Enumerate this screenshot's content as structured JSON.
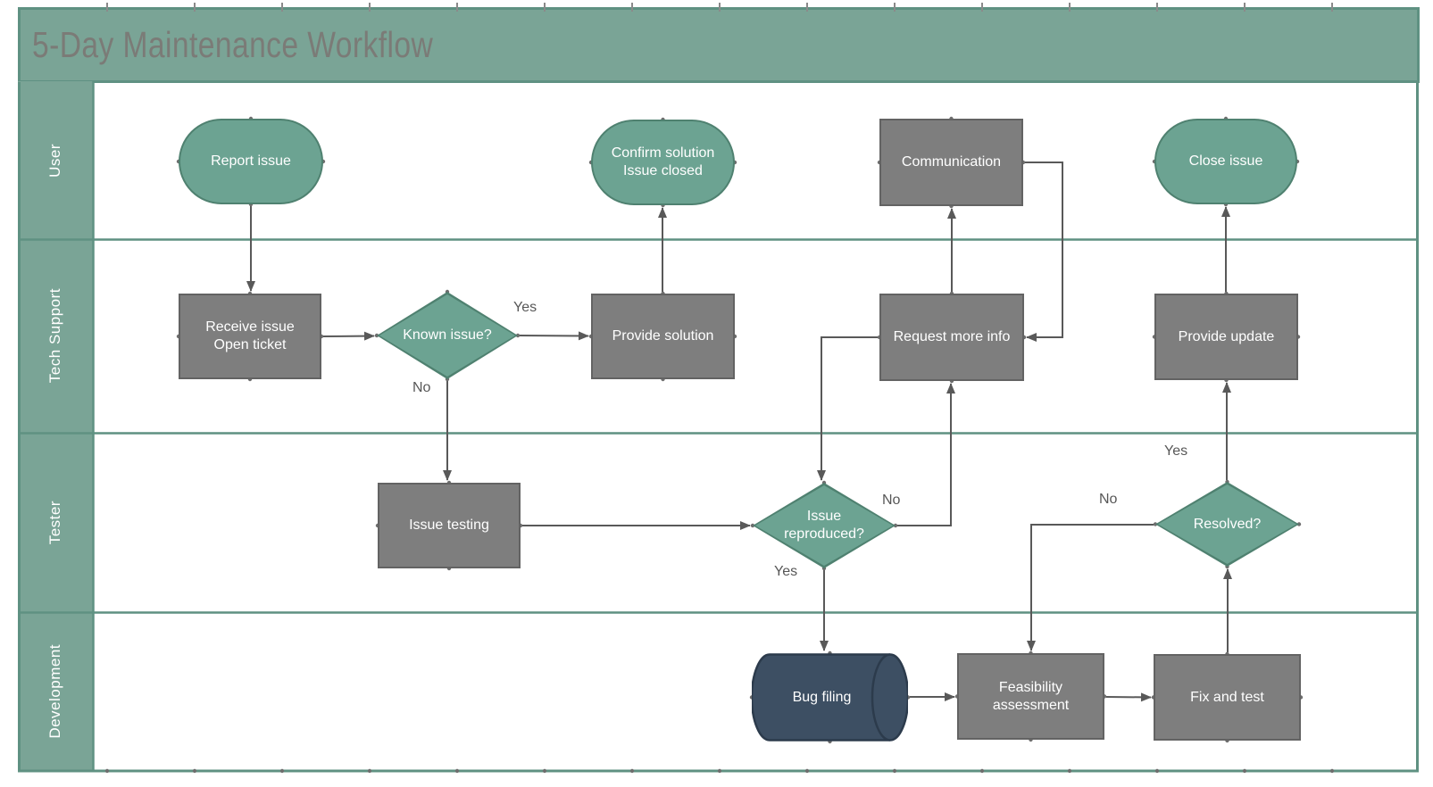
{
  "title": "5-Day Maintenance Workflow",
  "lanes": {
    "user": "User",
    "tech_support": "Tech Support",
    "tester": "Tester",
    "development": "Development"
  },
  "shapes": {
    "report_issue": {
      "label": "Report issue",
      "type": "terminator"
    },
    "confirm_solution": {
      "label": "Confirm solution\nIssue closed",
      "type": "terminator"
    },
    "communication": {
      "label": "Communication",
      "type": "process"
    },
    "close_issue": {
      "label": "Close issue",
      "type": "terminator"
    },
    "receive_issue": {
      "label": "Receive issue\nOpen ticket",
      "type": "process"
    },
    "known_issue": {
      "label": "Known issue?",
      "type": "decision"
    },
    "provide_solution": {
      "label": "Provide solution",
      "type": "process"
    },
    "request_more_info": {
      "label": "Request more info",
      "type": "process"
    },
    "provide_update": {
      "label": "Provide update",
      "type": "process"
    },
    "issue_testing": {
      "label": "Issue testing",
      "type": "process"
    },
    "issue_reproduced": {
      "label": "Issue\nreproduced?",
      "type": "decision"
    },
    "resolved": {
      "label": "Resolved?",
      "type": "decision"
    },
    "bug_filing": {
      "label": "Bug filing",
      "type": "stored-data"
    },
    "feasibility_assessment": {
      "label": "Feasibility\nassessment",
      "type": "process"
    },
    "fix_and_test": {
      "label": "Fix and test",
      "type": "process"
    }
  },
  "edge_labels": {
    "known_issue_yes": "Yes",
    "known_issue_no": "No",
    "issue_reproduced_no": "No",
    "issue_reproduced_yes": "Yes",
    "resolved_yes": "Yes",
    "resolved_no": "No"
  },
  "edges": [
    {
      "from": "report_issue",
      "to": "receive_issue",
      "label": ""
    },
    {
      "from": "receive_issue",
      "to": "known_issue",
      "label": ""
    },
    {
      "from": "known_issue",
      "to": "provide_solution",
      "label": "Yes"
    },
    {
      "from": "provide_solution",
      "to": "confirm_solution",
      "label": ""
    },
    {
      "from": "known_issue",
      "to": "issue_testing",
      "label": "No"
    },
    {
      "from": "issue_testing",
      "to": "issue_reproduced",
      "label": ""
    },
    {
      "from": "issue_reproduced",
      "to": "request_more_info",
      "label": "No"
    },
    {
      "from": "request_more_info",
      "to": "issue_reproduced",
      "label": ""
    },
    {
      "from": "request_more_info",
      "to": "communication",
      "label": ""
    },
    {
      "from": "communication",
      "to": "request_more_info",
      "label": ""
    },
    {
      "from": "issue_reproduced",
      "to": "bug_filing",
      "label": "Yes"
    },
    {
      "from": "bug_filing",
      "to": "feasibility_assessment",
      "label": ""
    },
    {
      "from": "feasibility_assessment",
      "to": "fix_and_test",
      "label": ""
    },
    {
      "from": "fix_and_test",
      "to": "resolved",
      "label": ""
    },
    {
      "from": "resolved",
      "to": "provide_update",
      "label": "Yes"
    },
    {
      "from": "resolved",
      "to": "feasibility_assessment",
      "label": "No"
    },
    {
      "from": "provide_update",
      "to": "close_issue",
      "label": ""
    }
  ],
  "colors": {
    "lane_green": "#7aa496",
    "frame_border": "#5f9182",
    "shape_green": "#6ca392",
    "shape_green_border": "#4f8170",
    "shape_gray": "#7e7e7e",
    "shape_gray_border": "#636363",
    "cylinder_blue": "#3d4f63",
    "cylinder_blue_border": "#2c3b4c",
    "connector": "#595959",
    "title_text": "#7b7b77",
    "shape_text": "#ffffff"
  }
}
